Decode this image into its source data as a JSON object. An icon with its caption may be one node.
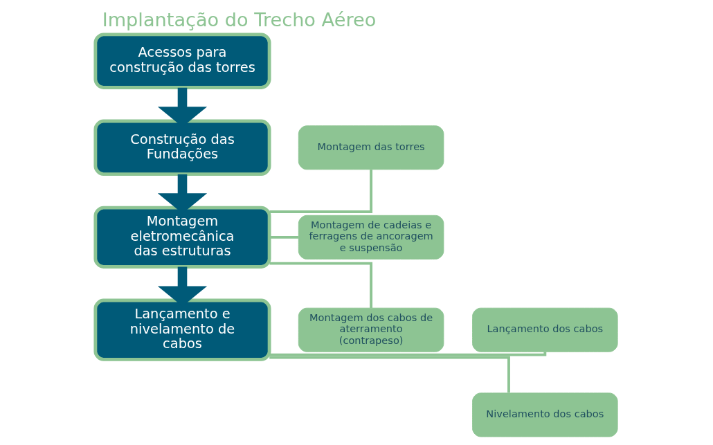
{
  "diagram": {
    "title": "Implantação do Trecho Aéreo",
    "nodes": [
      {
        "text": [
          "Acessos para construção das torres"
        ]
      },
      {
        "text": [
          "Construção das Fundações"
        ]
      },
      {
        "text": [
          "Montagem eletromecânica das estruturas"
        ]
      },
      {
        "text": [
          "Lançamento e nivelamento de cabos"
        ]
      },
      {
        "text": [
          "Montagem das torres"
        ]
      },
      {
        "text": [
          "Montagem de cadeias e ferragens de ancoragem e suspensão"
        ]
      },
      {
        "text": [
          "Montagem dos cabos de aterramento (contrapeso)"
        ]
      },
      {
        "text": [
          "Lançamento dos cabos"
        ]
      },
      {
        "text": [
          "Nivelamento dos cabos"
        ]
      }
    ],
    "edges": [
      {
        "from": 0,
        "to": 1,
        "arrow": "to",
        "style": "thick",
        "color": "#005a78"
      },
      {
        "from": 1,
        "to": 2,
        "arrow": "to",
        "style": "thick",
        "color": "#005a78"
      },
      {
        "from": 2,
        "to": 3,
        "arrow": "to",
        "style": "thick",
        "color": "#005a78"
      },
      {
        "from": 2,
        "to": 4,
        "arrow": "none"
      },
      {
        "from": 2,
        "to": 5,
        "arrow": "none"
      },
      {
        "from": 2,
        "to": 6,
        "arrow": "none"
      },
      {
        "from": 3,
        "to": 7,
        "arrow": "none"
      },
      {
        "from": 3,
        "to": 8,
        "arrow": "none"
      }
    ]
  }
}
